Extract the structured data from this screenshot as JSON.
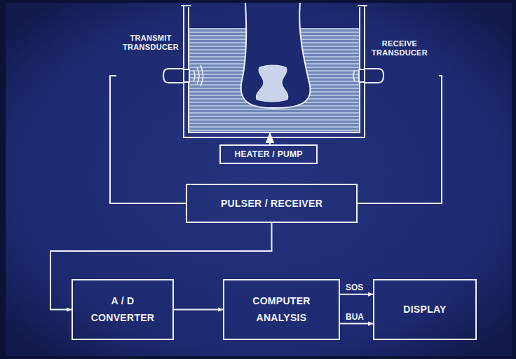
{
  "diagram": {
    "nodes": [
      {
        "text": [
          "TRANSMIT TRANSDUCER"
        ]
      },
      {
        "text": [
          "RECEIVE TRANSDUCER"
        ]
      },
      {
        "text": [
          "HEATER / PUMP"
        ]
      },
      {
        "text": [
          "PULSER / RECEIVER"
        ]
      },
      {
        "text": [
          "A / D CONVERTER"
        ]
      },
      {
        "text": [
          "COMPUTER ANALYSIS"
        ]
      },
      {
        "text": [
          "DISPLAY"
        ]
      }
    ],
    "edges": [
      {
        "from": 0,
        "to": 3,
        "arrow": "none"
      },
      {
        "from": 1,
        "to": 3,
        "arrow": "none"
      },
      {
        "from": 3,
        "to": 4,
        "arrow": "to"
      },
      {
        "from": 4,
        "to": 5,
        "arrow": "to"
      },
      {
        "from": 5,
        "to": 6,
        "label": "SOS",
        "arrow": "to"
      },
      {
        "from": 5,
        "to": 6,
        "label": "BUA",
        "arrow": "to"
      }
    ]
  }
}
